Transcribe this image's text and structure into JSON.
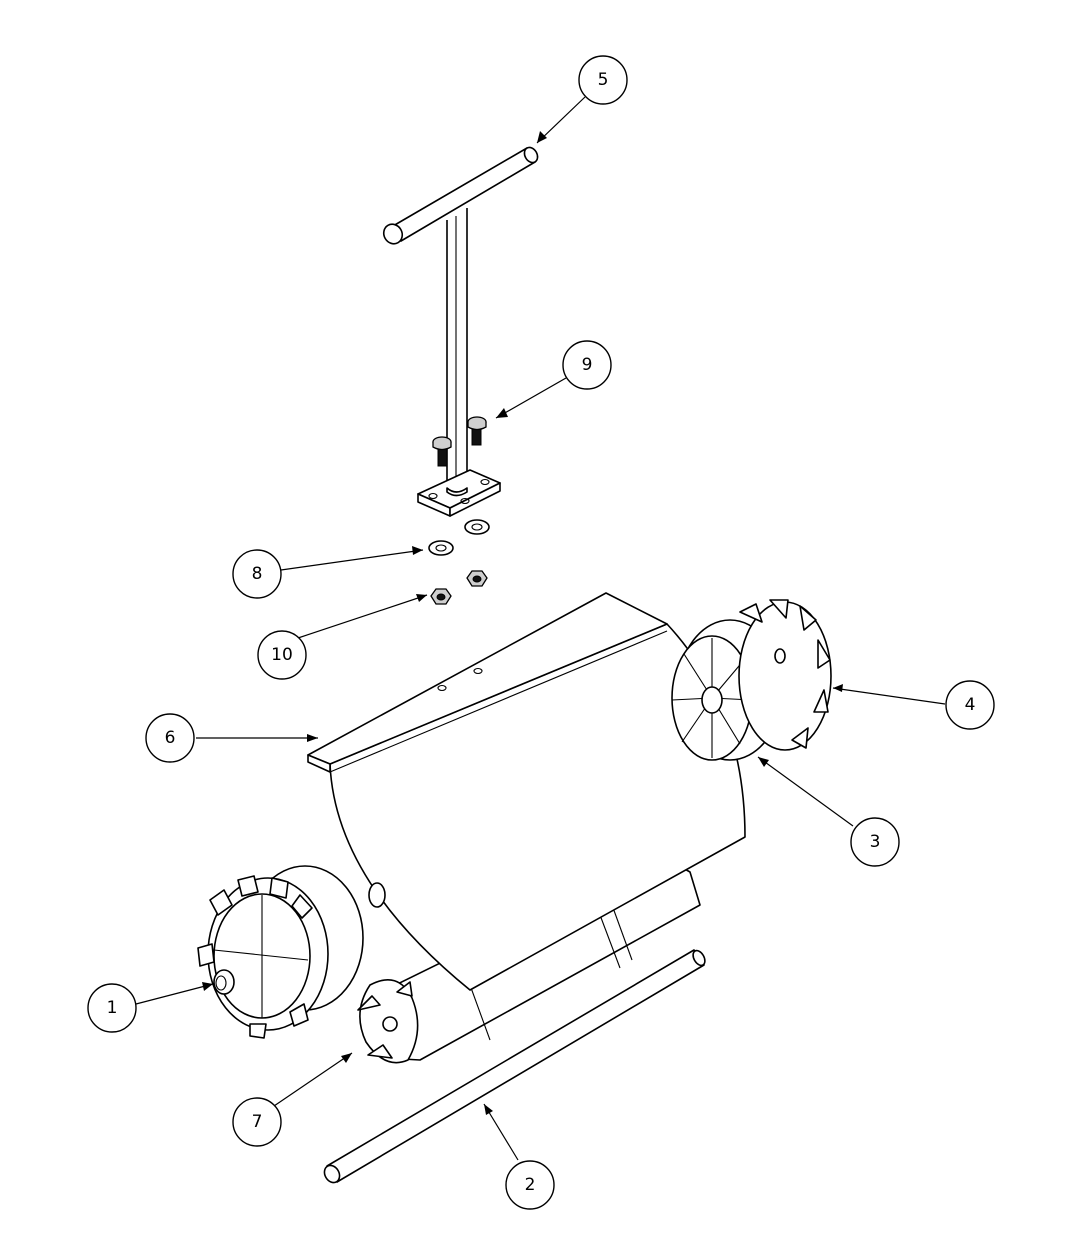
{
  "balloons": [
    {
      "id": "callout-1",
      "label": "1"
    },
    {
      "id": "callout-2",
      "label": "2"
    },
    {
      "id": "callout-3",
      "label": "3"
    },
    {
      "id": "callout-4",
      "label": "4"
    },
    {
      "id": "callout-5",
      "label": "5"
    },
    {
      "id": "callout-6",
      "label": "6"
    },
    {
      "id": "callout-7",
      "label": "7"
    },
    {
      "id": "callout-8",
      "label": "8"
    },
    {
      "id": "callout-9",
      "label": "9"
    },
    {
      "id": "callout-10",
      "label": "10"
    }
  ]
}
